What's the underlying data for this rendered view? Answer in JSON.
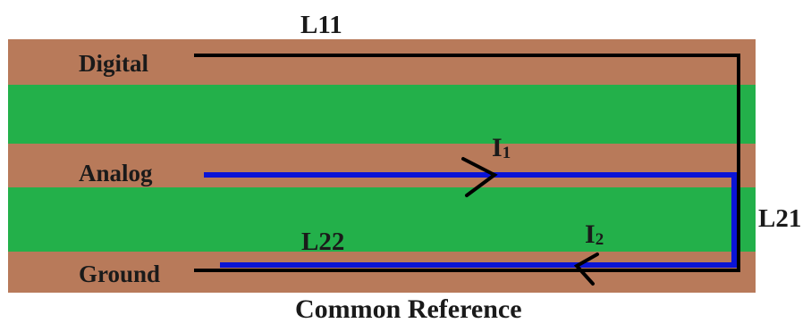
{
  "layers": [
    {
      "name": "Digital",
      "color": "#b87a5a"
    },
    {
      "name": "Analog",
      "color": "#b87a5a"
    },
    {
      "name": "Ground",
      "color": "#b87a5a"
    }
  ],
  "plane_color": "#23b04a",
  "wire_colors": {
    "black": "#000000",
    "blue": "#0a14d6"
  },
  "segments": {
    "top": "L11",
    "right": "L21",
    "bottom": "L22"
  },
  "currents": {
    "i1": {
      "letter": "I",
      "subscript": "1"
    },
    "i2": {
      "letter": "I",
      "subscript": "2"
    }
  },
  "footer": "Common Reference"
}
